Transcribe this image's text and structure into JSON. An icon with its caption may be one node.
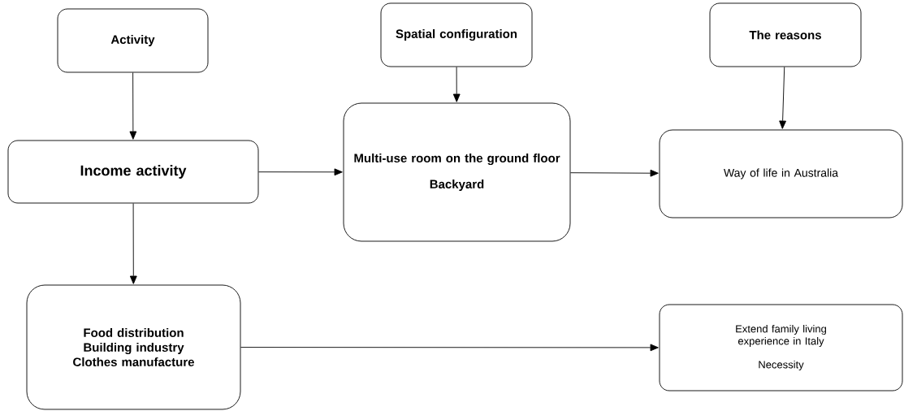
{
  "diagram": {
    "nodes": [
      {
        "text": [
          "Activity"
        ]
      },
      {
        "text": [
          "Spatial configuration"
        ]
      },
      {
        "text": [
          "The reasons"
        ]
      },
      {
        "text": [
          "Income activity"
        ]
      },
      {
        "text": [
          "Multi-use room on the ground floor",
          "Backyard"
        ]
      },
      {
        "text": [
          "Way of life in Australia"
        ]
      },
      {
        "text": [
          "Food distribution",
          "Building industry",
          "Clothes manufacture"
        ]
      },
      {
        "text": [
          "Extend family living experience in Italy",
          "Necessity"
        ]
      }
    ],
    "edges": [
      {
        "from": 0,
        "to": 3,
        "arrow": "to"
      },
      {
        "from": 1,
        "to": 4,
        "arrow": "to"
      },
      {
        "from": 2,
        "to": 5,
        "arrow": "to"
      },
      {
        "from": 3,
        "to": 4,
        "arrow": "to"
      },
      {
        "from": 4,
        "to": 5,
        "arrow": "to"
      },
      {
        "from": 3,
        "to": 6,
        "arrow": "to"
      },
      {
        "from": 6,
        "to": 7,
        "arrow": "to"
      }
    ]
  }
}
